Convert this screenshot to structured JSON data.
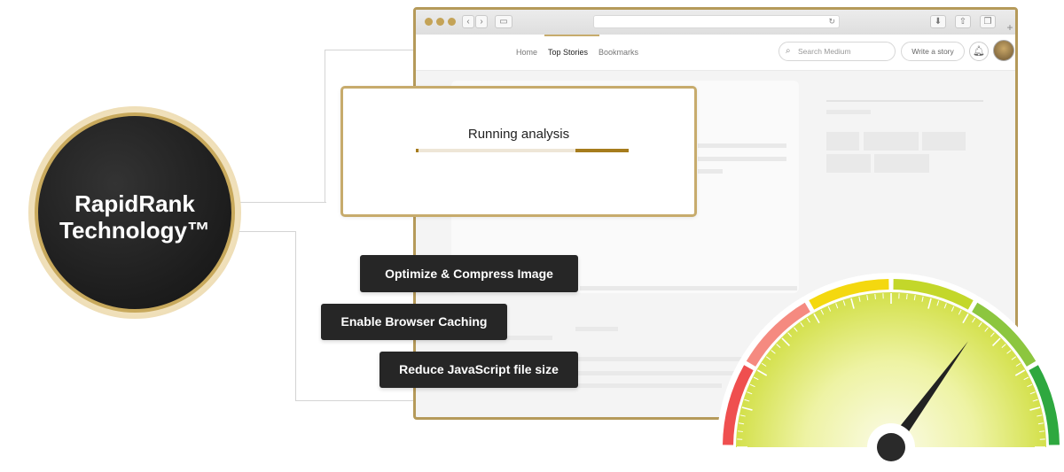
{
  "badge": {
    "line1": "RapidRank",
    "line2": "Technology™"
  },
  "browser": {
    "nav_links": [
      "Home",
      "Top Stories",
      "Bookmarks"
    ],
    "search_placeholder": "Search Medium",
    "write_label": "Write a story"
  },
  "analysis": {
    "title": "Running analysis",
    "progress": 0.25
  },
  "tasks": [
    "Optimize & Compress Image",
    "Enable Browser Caching",
    "Reduce JavaScript file size"
  ],
  "gauge": {
    "zone_colors": [
      "#ef4f4f",
      "#f58a80",
      "#f4d80f",
      "#c3d72a",
      "#8cc63f",
      "#2ea83f"
    ],
    "needle_fraction": 0.7
  },
  "colors": {
    "accent_gold": "#c7ab6c",
    "dark": "#262626"
  }
}
